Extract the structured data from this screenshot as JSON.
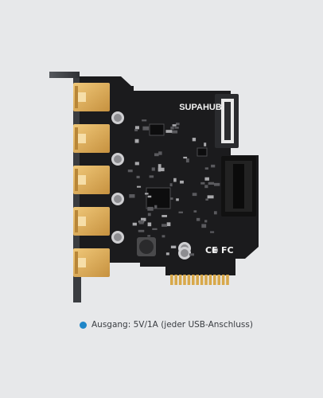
{
  "product": {
    "brand_label": "SUPAHUB",
    "usb_port_count": 5,
    "colors": {
      "background": "#e7e8ea",
      "pcb": "#1b1b1d",
      "usb_port": "#dcae5e",
      "bracket": "#3a3c40",
      "gold_contacts": "#d8a84a",
      "accent_dot": "#1f86c8"
    }
  },
  "caption": {
    "text": "Ausgang: 5V/1A (jeder USB-Anschluss)",
    "marker": "info-dot"
  }
}
